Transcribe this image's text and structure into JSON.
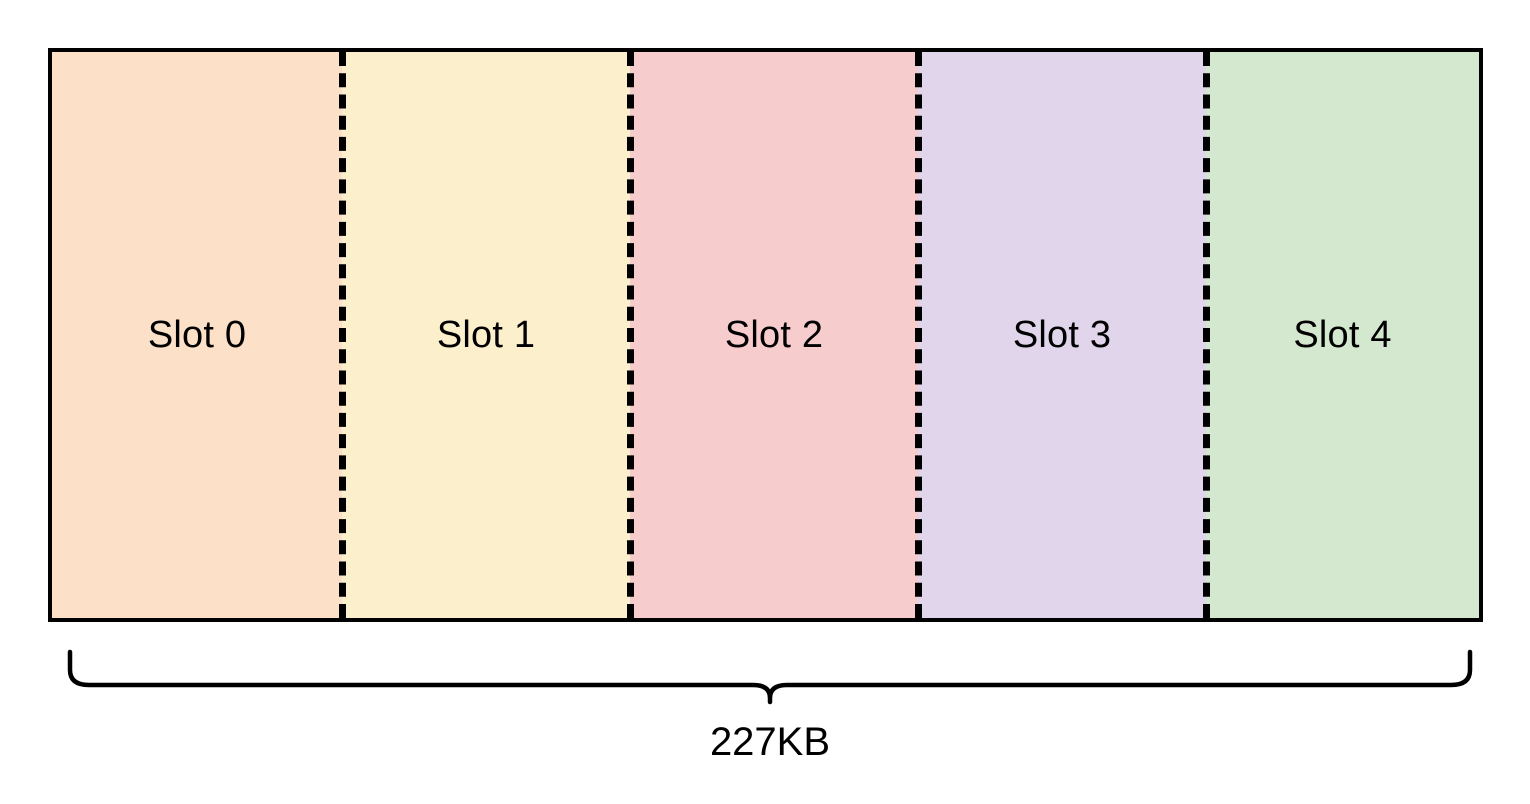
{
  "diagram": {
    "type": "memory-slot-layout",
    "title_text": "",
    "border_color": "#000000",
    "divider_style": "dashed",
    "divider_color": "#000000",
    "background_color": "#ffffff",
    "slots": [
      {
        "label": "Slot 0",
        "color": "#FCE0C8",
        "index": 0,
        "width_ratio": 0.2021
      },
      {
        "label": "Slot 1",
        "color": "#FCF0CC",
        "index": 1,
        "width_ratio": 0.2007
      },
      {
        "label": "Slot 2",
        "color": "#F7CCCC",
        "index": 2,
        "width_ratio": 0.2007
      },
      {
        "label": "Slot 3",
        "color": "#E0D5EA",
        "index": 3,
        "width_ratio": 0.2007
      },
      {
        "label": "Slot 4",
        "color": "#D4E8D0",
        "index": 4,
        "width_ratio": 0.1958
      }
    ],
    "total": {
      "label": "227KB",
      "value": 227,
      "unit": "KB",
      "annotation_kind": "curly-brace-below"
    }
  }
}
